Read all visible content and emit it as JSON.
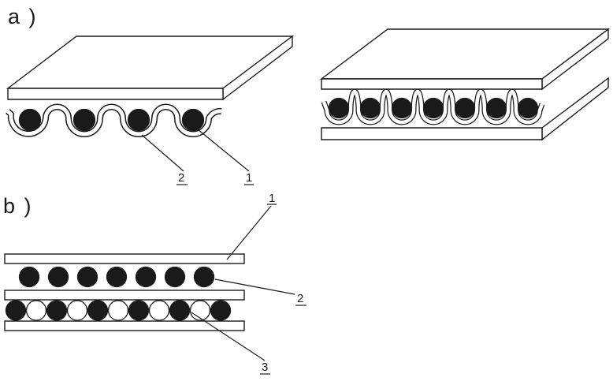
{
  "page": {
    "background": "#ffffff",
    "ink": "#1a1a1a"
  },
  "panel_a": {
    "label": "a )",
    "left_figure": {
      "cable_count": 4,
      "cable_color": "#1a1a1a"
    },
    "right_figure": {
      "cable_count": 7,
      "cable_color": "#1a1a1a"
    },
    "callouts": [
      {
        "text": "2"
      },
      {
        "text": "1"
      }
    ]
  },
  "panel_b": {
    "label": "b )",
    "row1": {
      "pattern": [
        "black",
        "black",
        "black",
        "black",
        "black",
        "black",
        "black"
      ]
    },
    "row2": {
      "pattern": [
        "black",
        "white",
        "black",
        "white",
        "black",
        "white",
        "black",
        "white",
        "black",
        "white",
        "black"
      ]
    },
    "callouts": [
      {
        "text": "1"
      },
      {
        "text": "2"
      },
      {
        "text": "3"
      }
    ]
  }
}
